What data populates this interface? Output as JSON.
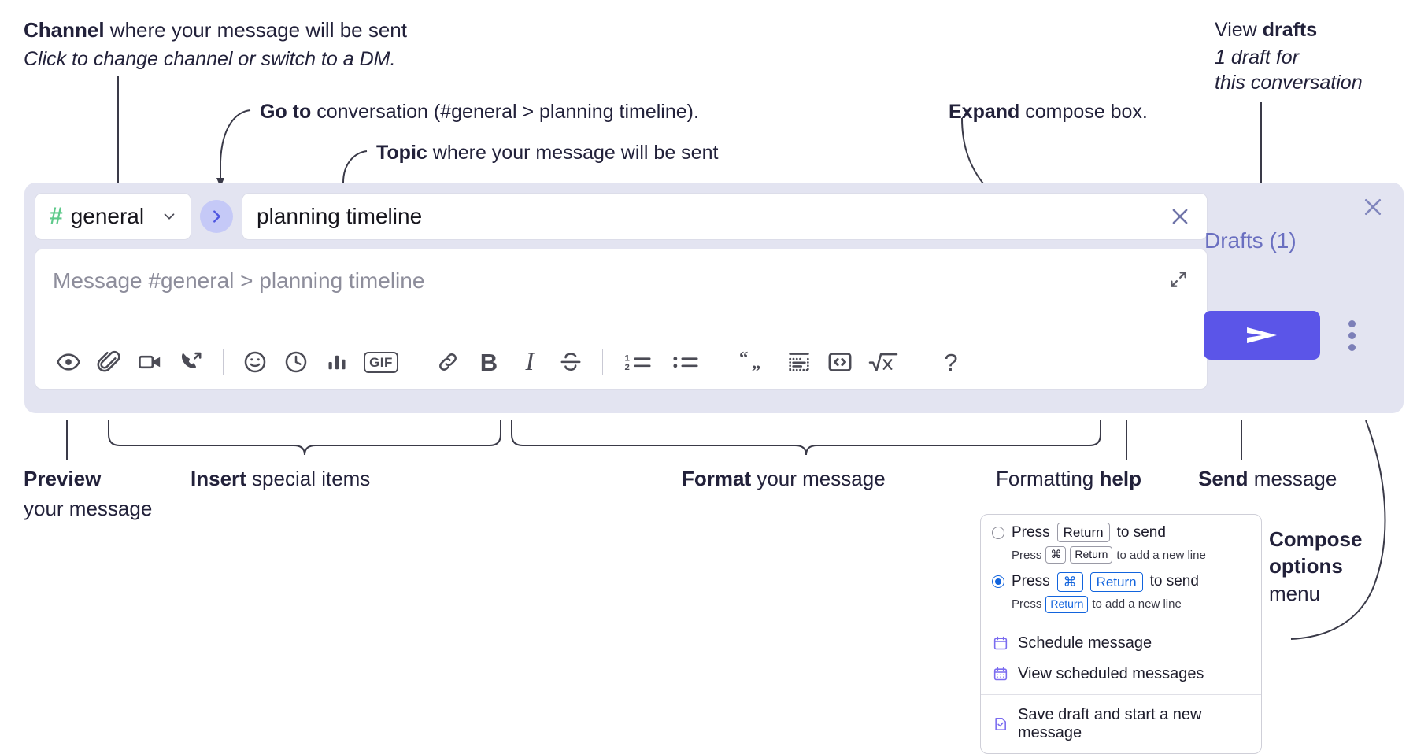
{
  "annotations": {
    "channel": {
      "line1_bold": "Channel",
      "line1_rest": " where your message will be sent",
      "line2": "Click to change channel or switch to a DM."
    },
    "goto": {
      "bold": "Go to",
      "rest": " conversation (#general > planning timeline)."
    },
    "topic": {
      "bold": "Topic",
      "rest": " where your message will be sent"
    },
    "expand": {
      "bold": "Expand",
      "rest": " compose box."
    },
    "drafts": {
      "line1_rest": "View ",
      "line1_bold": "drafts",
      "line2": "1 draft for",
      "line3": "this conversation"
    },
    "preview": {
      "bold": "Preview",
      "line2": "your message"
    },
    "insert": {
      "bold": "Insert",
      "rest": " special items"
    },
    "format": {
      "bold": "Format",
      "rest": " your message"
    },
    "formatting_help": {
      "rest": "Formatting ",
      "bold": "help"
    },
    "send": {
      "bold": "Send",
      "rest": " message"
    },
    "compose_options": {
      "line1": "Compose",
      "line2": "options",
      "line3": "menu"
    }
  },
  "compose": {
    "close_icon": "close-icon",
    "channel": {
      "hash": "#",
      "name": "general",
      "chevron_icon": "chevron-down-icon"
    },
    "goto_button": {
      "icon": "chevron-right-icon"
    },
    "topic": {
      "value": "planning timeline",
      "clear_icon": "close-icon"
    },
    "message": {
      "placeholder": "Message #general > planning timeline",
      "expand_icon": "expand-icon"
    },
    "toolbar": [
      {
        "name": "preview-icon",
        "label": ""
      },
      {
        "name": "attachment-icon",
        "label": ""
      },
      {
        "name": "video-icon",
        "label": ""
      },
      {
        "name": "call-icon",
        "label": ""
      },
      {
        "name": "separator",
        "label": ""
      },
      {
        "name": "emoji-icon",
        "label": ""
      },
      {
        "name": "clock-icon",
        "label": ""
      },
      {
        "name": "poll-icon",
        "label": ""
      },
      {
        "name": "gif-icon",
        "label": "GIF"
      },
      {
        "name": "separator",
        "label": ""
      },
      {
        "name": "link-icon",
        "label": ""
      },
      {
        "name": "bold-icon",
        "label": "B"
      },
      {
        "name": "italic-icon",
        "label": "I"
      },
      {
        "name": "strikethrough-icon",
        "label": "S"
      },
      {
        "name": "separator",
        "label": ""
      },
      {
        "name": "ordered-list-icon",
        "label": ""
      },
      {
        "name": "bulleted-list-icon",
        "label": ""
      },
      {
        "name": "separator",
        "label": ""
      },
      {
        "name": "blockquote-icon",
        "label": ""
      },
      {
        "name": "code-block-icon",
        "label": ""
      },
      {
        "name": "code-snippet-icon",
        "label": ""
      },
      {
        "name": "math-icon",
        "label": ""
      },
      {
        "name": "separator",
        "label": ""
      },
      {
        "name": "help-icon",
        "label": "?"
      }
    ],
    "drafts_link": "Drafts (1)",
    "send_button": {
      "icon": "send-icon"
    },
    "more_options": {
      "icon": "kebab-menu-icon"
    }
  },
  "popup": {
    "options": [
      {
        "selected": false,
        "main_pre": "Press",
        "main_key": "Return",
        "main_post": "to send",
        "sub_pre": "Press",
        "sub_key1": "⌘",
        "sub_key2": "Return",
        "sub_post": "to add a new line"
      },
      {
        "selected": true,
        "main_pre": "Press",
        "main_key1": "⌘",
        "main_key2": "Return",
        "main_post": "to send",
        "sub_pre": "Press",
        "sub_key": "Return",
        "sub_post": "to add a new line"
      }
    ],
    "menu": [
      {
        "icon": "calendar-icon",
        "label": "Schedule message"
      },
      {
        "icon": "calendar-grid-icon",
        "label": "View scheduled messages"
      },
      {
        "icon": "save-draft-icon",
        "label": "Save draft and start a new message"
      }
    ]
  },
  "colors": {
    "compose_bg": "#e3e4f1",
    "send_accent": "#5b55e8",
    "hash_green": "#5fca8b",
    "drafts_link": "#6a6fc0",
    "radio_blue": "#1264dd",
    "menu_icon": "#7b6cf0"
  }
}
